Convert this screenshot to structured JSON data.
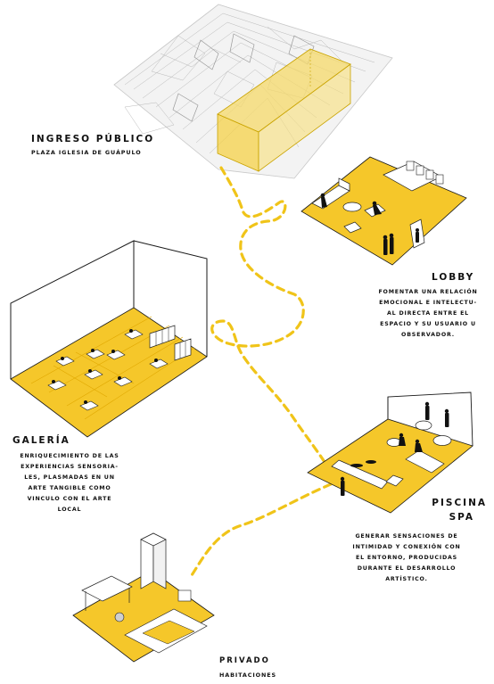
{
  "colors": {
    "accent": "#f5c72a",
    "line": "#1a1a1a",
    "path": "#f0c419"
  },
  "ingreso": {
    "title": "INGRESO PÚBLICO",
    "subtitle": "PLAZA IGLESIA DE GUÁPULO"
  },
  "lobby": {
    "title": "LOBBY",
    "description": [
      "FOMENTAR UNA RELACIÓN",
      "EMOCIONAL E INTELECTU-",
      "AL DIRECTA ENTRE EL",
      "ESPACIO Y SU USUARIO U",
      "OBSERVADOR."
    ]
  },
  "galeria": {
    "title": "GALERÍA",
    "description": [
      "ENRIQUECIMIENTO DE LAS",
      "EXPERIENCIAS SENSORIA-",
      "LES, PLASMADAS EN UN",
      "ARTE TANGIBLE COMO",
      "VINCULO CON EL ARTE",
      "LOCAL"
    ]
  },
  "piscina": {
    "title_line1": "PISCINA",
    "title_line2": "SPA",
    "description": [
      "GENERAR SENSACIONES DE",
      "INTIMIDAD Y CONEXIÓN CON",
      "EL ENTORNO, PRODUCIDAS",
      "DURANTE EL DESARROLLO",
      "ARTÍSTICO."
    ]
  },
  "privado": {
    "title": "PRIVADO",
    "subtitle": "HABITACIONES"
  }
}
